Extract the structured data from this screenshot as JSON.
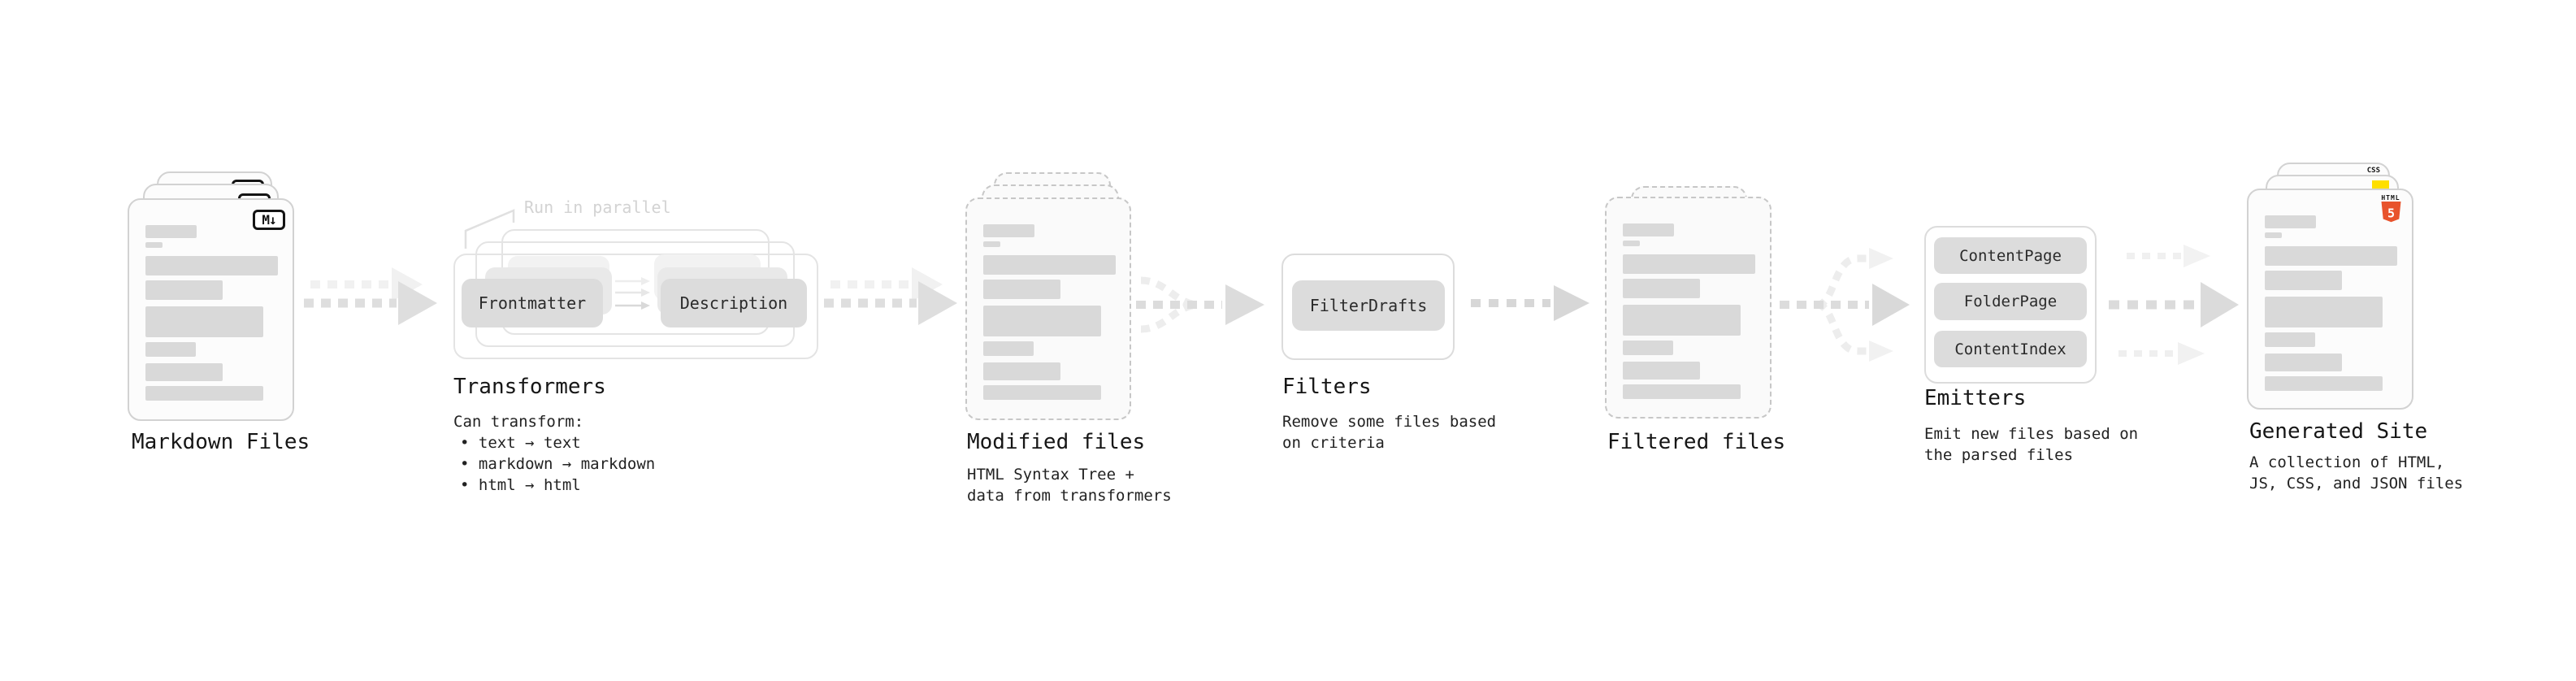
{
  "stages": {
    "markdown_files": {
      "label": "Markdown Files",
      "file_badge": "M↓"
    },
    "transformers": {
      "label": "Transformers",
      "note": "Run in parallel",
      "chip_input": "Frontmatter",
      "chip_output": "Description",
      "desc_title": "Can transform:",
      "desc_item1": "• text → text",
      "desc_item2": "• markdown → markdown",
      "desc_item3": "• html → html"
    },
    "modified_files": {
      "label": "Modified files",
      "desc_line1": "HTML Syntax Tree +",
      "desc_line2": "data from transformers"
    },
    "filters": {
      "label": "Filters",
      "chip": "FilterDrafts",
      "desc_line1": "Remove some files based",
      "desc_line2": "on criteria"
    },
    "filtered_files": {
      "label": "Filtered files"
    },
    "emitters": {
      "label": "Emitters",
      "chips": [
        "ContentPage",
        "FolderPage",
        "ContentIndex"
      ],
      "desc_line1": "Emit new files based on",
      "desc_line2": "the parsed files"
    },
    "generated_site": {
      "label": "Generated Site",
      "desc_line1": "A collection of HTML,",
      "desc_line2": "JS, CSS, and JSON files",
      "css_badge": "CSS",
      "html_badge_caption": "HTML",
      "html_badge_number": "5"
    }
  },
  "colors": {
    "arrow": "#dedede",
    "arrow_light": "#f0f0f0",
    "content_bar": "#d9d9d9",
    "chip_bg": "#dcdcdc",
    "note_text": "#d3d3d3",
    "text": "#1c1c1c",
    "html5_orange": "#e8532c",
    "js_yellow": "#ffdf00",
    "css_blue": "#2767e0"
  }
}
